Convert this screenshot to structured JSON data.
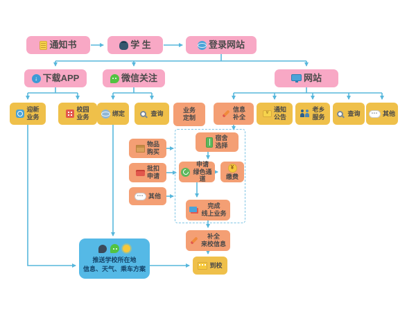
{
  "diagram": {
    "background": "#FFFFFF",
    "colors": {
      "pink_node": "#F8A8C5",
      "yellow_node": "#EFC04A",
      "orange_node": "#F49F74",
      "blue_panel": "#55B9E6",
      "connector": "#57B7DC"
    },
    "top": {
      "notice": {
        "label": "通知书",
        "icon": "clipboard-icon"
      },
      "student": {
        "label": "学 生",
        "icon": "student-icon"
      },
      "login": {
        "label": "登录网站",
        "icon": "globe-icon"
      }
    },
    "channels": {
      "app": {
        "label": "下载APP",
        "icon": "download-icon"
      },
      "wechat": {
        "label": "微信关注",
        "icon": "wechat-icon"
      },
      "website": {
        "label": "网站",
        "icon": "monitor-icon"
      }
    },
    "app_services": {
      "welcome": {
        "label": "迎新\n业务",
        "icon": "welcome-badge-icon"
      },
      "campus": {
        "label": "校园\n业务",
        "icon": "campus-building-icon"
      }
    },
    "wechat_services": {
      "bind": {
        "label": "绑定",
        "icon": "link-globe-icon"
      },
      "query": {
        "label": "查询",
        "icon": "magnifier-icon"
      }
    },
    "website_services": {
      "info": {
        "label": "信息\n补全",
        "icon": "pencil-icon"
      },
      "announce": {
        "label": "通知\n公告",
        "icon": "envelope-icon"
      },
      "hometown": {
        "label": "老乡\n服务",
        "icon": "people-icon"
      },
      "query": {
        "label": "查询",
        "icon": "magnifier-icon"
      },
      "other": {
        "label": "其他",
        "icon": "ellipsis-icon"
      }
    },
    "custom_group": {
      "title": {
        "label": "业务\n定制"
      },
      "dorm": {
        "label": "宿舍\n选择",
        "icon": "wardrobe-icon"
      },
      "green": {
        "label": "申请\n绿色通道",
        "icon": "recycle-icon"
      },
      "pay": {
        "label": "缴费",
        "icon": "moneybag-icon"
      },
      "done": {
        "label": "完成\n线上业务",
        "icon": "cards-icon"
      }
    },
    "optional_services": {
      "goods": {
        "label": "物品\n购买",
        "icon": "box-icon"
      },
      "batch": {
        "label": "批扣\n申请",
        "icon": "card-icon"
      },
      "other": {
        "label": "其他",
        "icon": "ellipsis-icon"
      }
    },
    "finish": {
      "fill": {
        "label": "补全\n来校信息",
        "icon": "pencil-icon"
      },
      "arrive": {
        "label": "到校",
        "icon": "school-icon"
      }
    },
    "push_panel": {
      "label": "推送学校所在地\n信息、天气、乘车方案",
      "icons": [
        "chat-icon",
        "wechat-icon",
        "sun-icon"
      ]
    }
  }
}
